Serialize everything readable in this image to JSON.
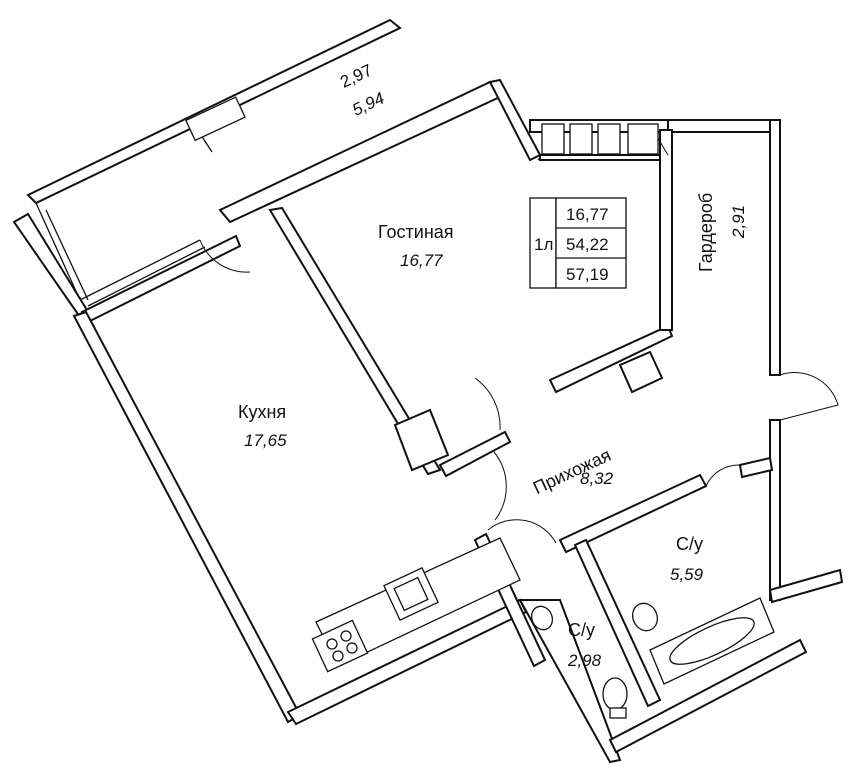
{
  "rooms": {
    "balcony": {
      "value1": "2,97",
      "value2": "5,94"
    },
    "living": {
      "label": "Гостиная",
      "area": "16,77"
    },
    "kitchen": {
      "label": "Кухня",
      "area": "17,65"
    },
    "hall": {
      "label": "Прихожая",
      "area": "8,32"
    },
    "wardrobe": {
      "label": "Гардероб",
      "area": "2,91"
    },
    "bath_large": {
      "label": "С/у",
      "area": "5,59"
    },
    "bath_small": {
      "label": "С/у",
      "area": "2,98"
    }
  },
  "summary": {
    "rooms_count": "1л",
    "living_area": "16,77",
    "total_living": "54,22",
    "total_area": "57,19"
  }
}
